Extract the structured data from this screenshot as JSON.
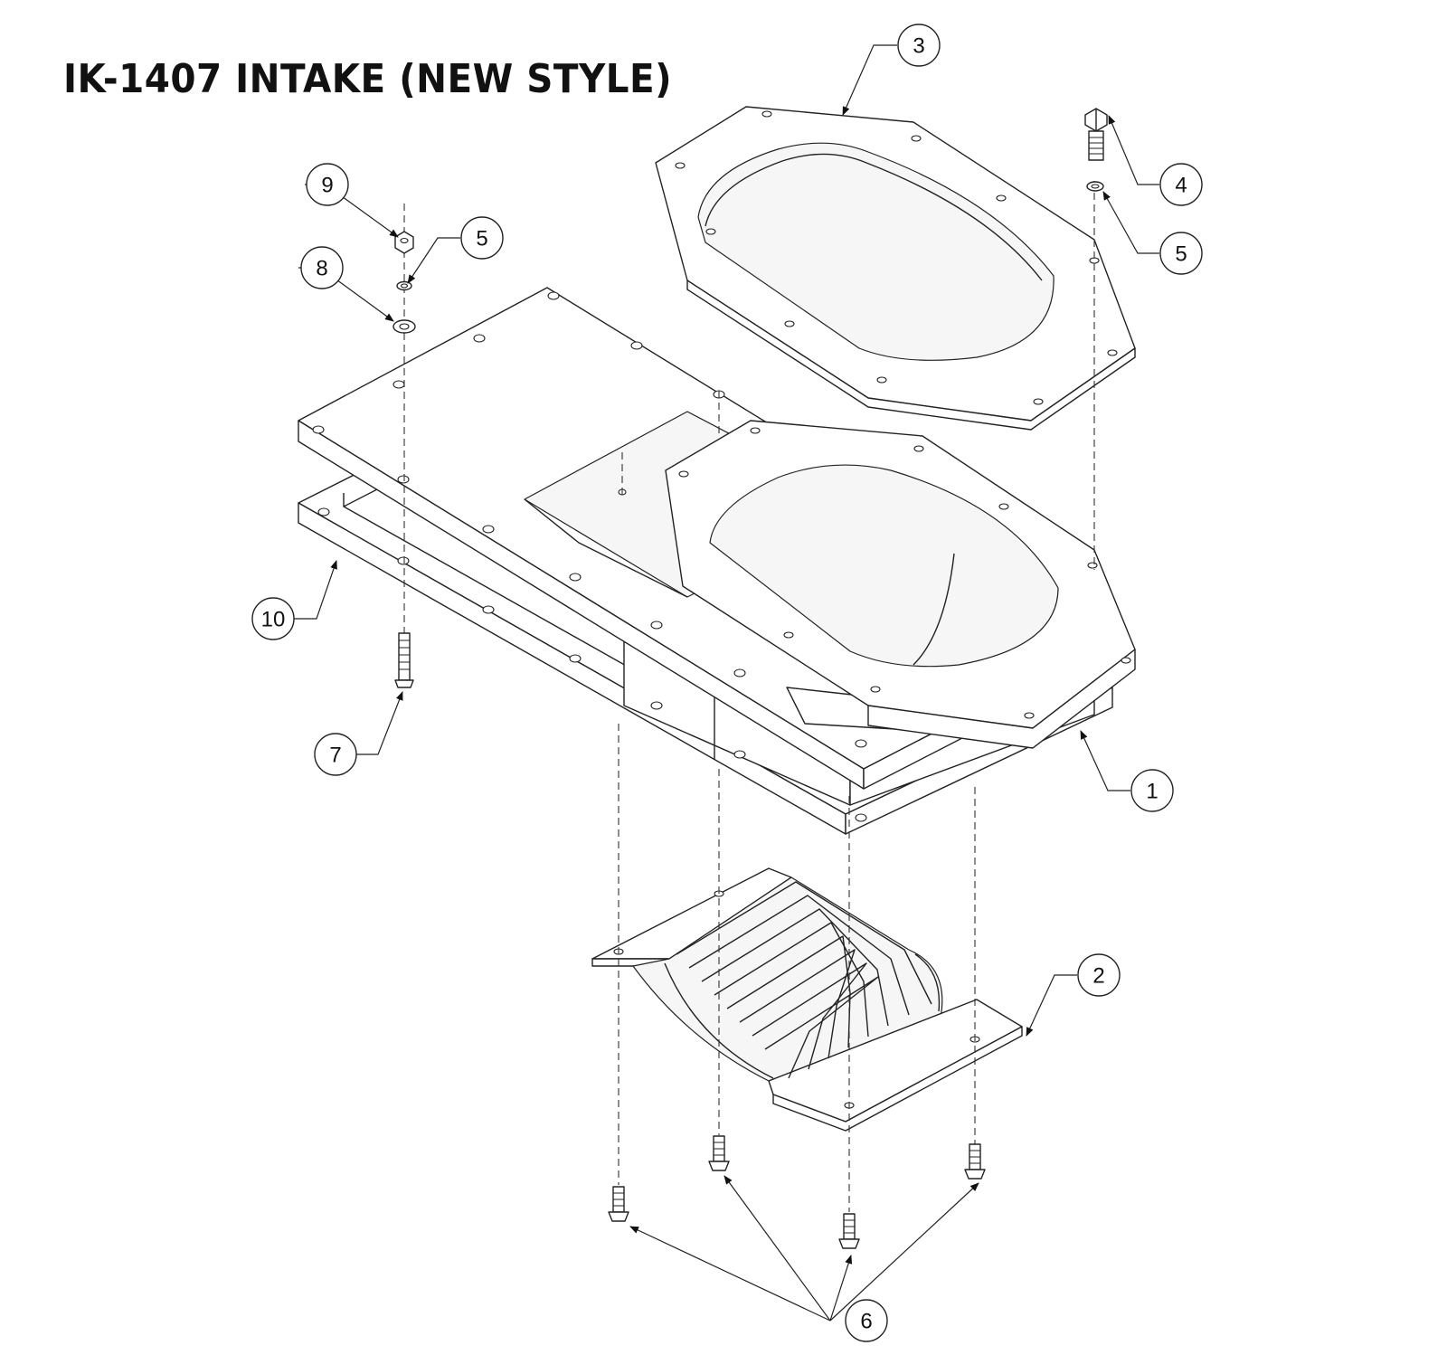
{
  "title": "IK-1407 INTAKE (NEW STYLE)",
  "callouts": [
    {
      "id": "c1",
      "label": "1"
    },
    {
      "id": "c2",
      "label": "2"
    },
    {
      "id": "c3",
      "label": "3"
    },
    {
      "id": "c4",
      "label": "4"
    },
    {
      "id": "c5a",
      "label": "5"
    },
    {
      "id": "c5b",
      "label": "5"
    },
    {
      "id": "c6",
      "label": "6"
    },
    {
      "id": "c7",
      "label": "7"
    },
    {
      "id": "c8",
      "label": "8"
    },
    {
      "id": "c9",
      "label": "9"
    },
    {
      "id": "c10",
      "label": "10"
    }
  ]
}
